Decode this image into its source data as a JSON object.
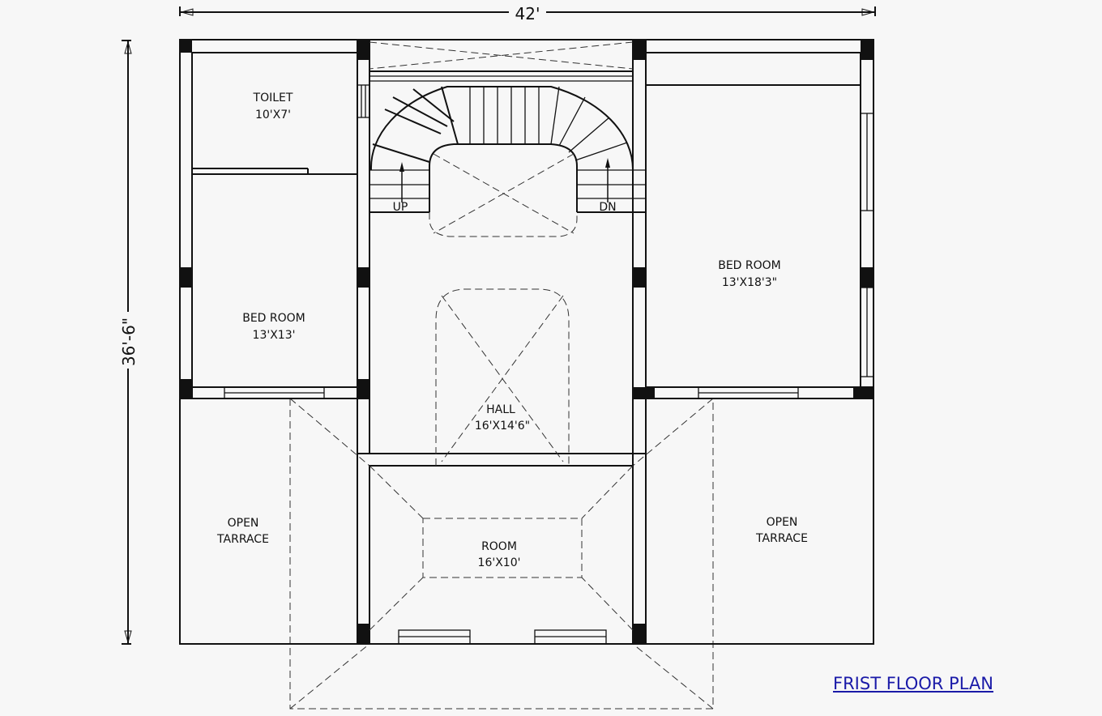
{
  "dimensions": {
    "width": "42'",
    "height": "36'-6\""
  },
  "rooms": {
    "toilet": {
      "name": "TOILET",
      "size": "10'X7'"
    },
    "bed_left": {
      "name": "BED ROOM",
      "size": "13'X13'"
    },
    "bed_right": {
      "name": "BED ROOM",
      "size": "13'X18'3\""
    },
    "hall": {
      "name": "HALL",
      "size": "16'X14'6\""
    },
    "room": {
      "name": "ROOM",
      "size": "16'X10'"
    },
    "terrace_left": {
      "name1": "OPEN",
      "name2": "TARRACE"
    },
    "terrace_right": {
      "name1": "OPEN",
      "name2": "TARRACE"
    }
  },
  "stairs": {
    "up": "UP",
    "down": "DN"
  },
  "title": "FRIST FLOOR PLAN",
  "colors": {
    "title": "#1a1aa8",
    "lines": "#111111",
    "background": "#f7f7f7"
  }
}
